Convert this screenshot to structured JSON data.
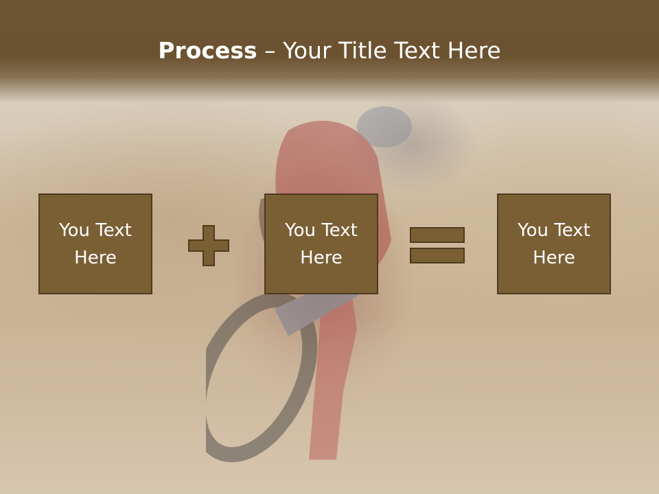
{
  "slide": {
    "title_bold": "Process",
    "title_rest": " – Your Title Text Here",
    "boxes": [
      {
        "line1": "You Text",
        "line2": "Here"
      },
      {
        "line1": "You Text",
        "line2": "Here"
      },
      {
        "line1": "You Text",
        "line2": "Here"
      }
    ],
    "operators": [
      "plus-icon",
      "equals-icon"
    ],
    "colors": {
      "header": "#6b5230",
      "box_fill": "#7a5f35",
      "box_border": "#4e3a1e",
      "text": "#ffffff"
    },
    "background_image": "motocross-rider-dust-photo"
  }
}
